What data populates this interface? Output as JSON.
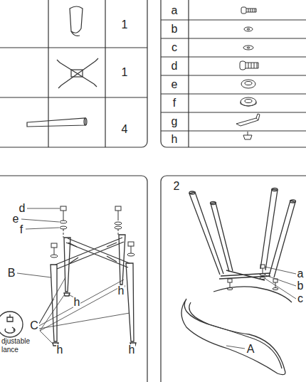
{
  "diagram": {
    "labels": [
      "1",
      "1",
      "4",
      "a",
      "b",
      "c",
      "d",
      "e",
      "f",
      "g",
      "h",
      "d",
      "e",
      "f",
      "B",
      "h",
      "h",
      "C",
      "djustable",
      "lance",
      "h",
      "h",
      "2",
      "a",
      "b",
      "c",
      "A"
    ]
  }
}
